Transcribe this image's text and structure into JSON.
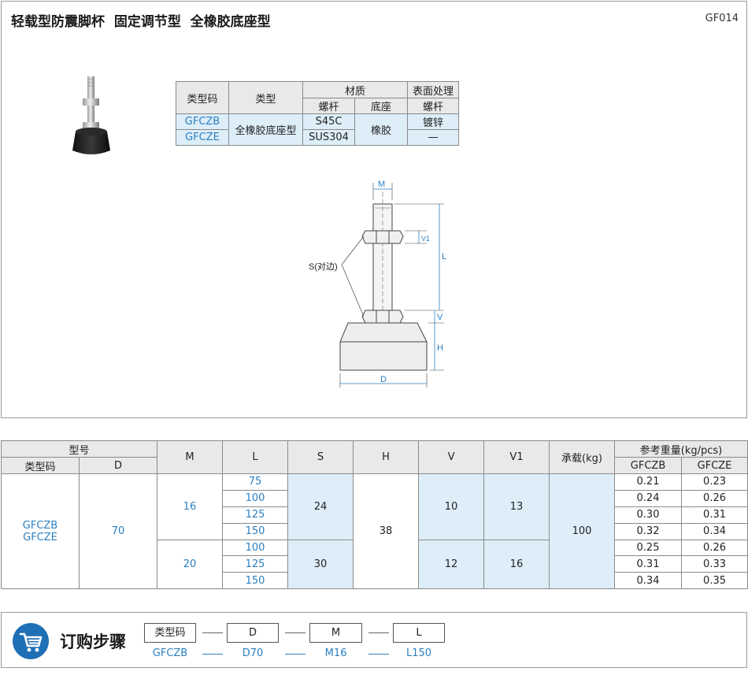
{
  "header": {
    "title": "轻载型防震脚杯  固定调节型  全橡胶底座型",
    "code": "GF014"
  },
  "material_table": {
    "h_type_code": "类型码",
    "h_type": "类型",
    "h_material": "材质",
    "h_surface": "表面处理",
    "h_screw": "螺杆",
    "h_base": "底座",
    "h_screw2": "螺杆",
    "rows": [
      {
        "code": "GFCZB",
        "screw": "S45C",
        "surface": "镀锌"
      },
      {
        "code": "GFCZE",
        "screw": "SUS304",
        "surface": "—"
      }
    ],
    "type_value": "全橡胶底座型",
    "base_value": "橡胶"
  },
  "drawing": {
    "label_m": "M",
    "label_v1": "V1",
    "label_l": "L",
    "label_s": "S(对边)",
    "label_v": "V",
    "label_h": "H",
    "label_d": "D"
  },
  "spec_table": {
    "h_model": "型号",
    "h_type_code": "类型码",
    "h_d": "D",
    "h_m": "M",
    "h_l": "L",
    "h_s": "S",
    "h_h": "H",
    "h_v": "V",
    "h_v1": "V1",
    "h_load": "承载(kg)",
    "h_weight": "参考重量(kg/pcs)",
    "h_gfczb": "GFCZB",
    "h_gfcze": "GFCZE",
    "type_code_1": "GFCZB",
    "type_code_2": "GFCZE",
    "d_value": "70",
    "h_value": "38",
    "load_value": "100",
    "groups": [
      {
        "m": "16",
        "s": "24",
        "v": "10",
        "v1": "13"
      },
      {
        "m": "20",
        "s": "30",
        "v": "12",
        "v1": "16"
      }
    ],
    "rows": [
      {
        "l": "75",
        "w_b": "0.21",
        "w_e": "0.23"
      },
      {
        "l": "100",
        "w_b": "0.24",
        "w_e": "0.26"
      },
      {
        "l": "125",
        "w_b": "0.30",
        "w_e": "0.31"
      },
      {
        "l": "150",
        "w_b": "0.32",
        "w_e": "0.34"
      },
      {
        "l": "100",
        "w_b": "0.25",
        "w_e": "0.26"
      },
      {
        "l": "125",
        "w_b": "0.31",
        "w_e": "0.33"
      },
      {
        "l": "150",
        "w_b": "0.34",
        "w_e": "0.35"
      }
    ]
  },
  "order": {
    "label": "订购步骤",
    "steps": [
      {
        "name": "类型码",
        "value": "GFCZB"
      },
      {
        "name": "D",
        "value": "D70"
      },
      {
        "name": "M",
        "value": "M16"
      },
      {
        "name": "L",
        "value": "L150"
      }
    ]
  },
  "colors": {
    "accent_blue": "#2a7fc0",
    "cell_blue": "#ddeef9",
    "header_gray": "#e9e9e9",
    "cart_blue": "#1f6fb5"
  }
}
